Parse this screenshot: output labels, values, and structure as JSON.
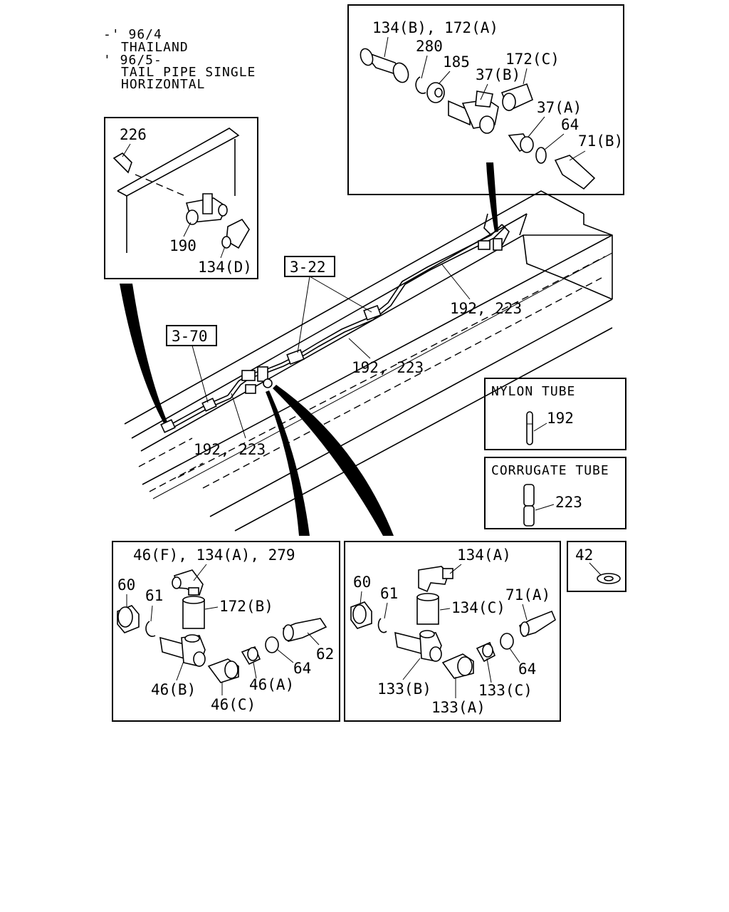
{
  "notes": {
    "line1": "-' 96/4",
    "line2": "THAILAND",
    "line3": "' 96/5-",
    "line4": "TAIL PIPE SINGLE",
    "line5": "HORIZONTAL"
  },
  "references": {
    "ref_3_22": "3-22",
    "ref_3_70": "3-70"
  },
  "main_labels": {
    "tube_upper": "192, 223",
    "tube_middle": "192, 223",
    "tube_lower": "192, 223"
  },
  "detail_top_right": {
    "l_134b_172a": "134(B), 172(A)",
    "l_280": "280",
    "l_185": "185",
    "l_172c": "172(C)",
    "l_37b": "37(B)",
    "l_37a": "37(A)",
    "l_64": "64",
    "l_71b": "71(B)"
  },
  "detail_top_left": {
    "l_226": "226",
    "l_190": "190",
    "l_134d": "134(D)"
  },
  "legend_nylon": {
    "title": "NYLON TUBE",
    "part": "192"
  },
  "legend_corrugate": {
    "title": "CORRUGATE TUBE",
    "part": "223"
  },
  "detail_42": {
    "part": "42"
  },
  "detail_bottom_left": {
    "l_46f": "46(F), 134(A), 279",
    "l_60": "60",
    "l_61": "61",
    "l_172b": "172(B)",
    "l_62": "62",
    "l_64": "64",
    "l_46a": "46(A)",
    "l_46b": "46(B)",
    "l_46c": "46(C)"
  },
  "detail_bottom_right": {
    "l_134a": "134(A)",
    "l_60": "60",
    "l_61": "61",
    "l_134c": "134(C)",
    "l_71a": "71(A)",
    "l_64": "64",
    "l_133b": "133(B)",
    "l_133c": "133(C)",
    "l_133a": "133(A)"
  },
  "icons": [
    "frame-rail",
    "nylon-tube",
    "corrugate-tube",
    "union-fitting",
    "elbow-fitting",
    "nut",
    "washer",
    "clip",
    "bolt",
    "hose-end"
  ]
}
